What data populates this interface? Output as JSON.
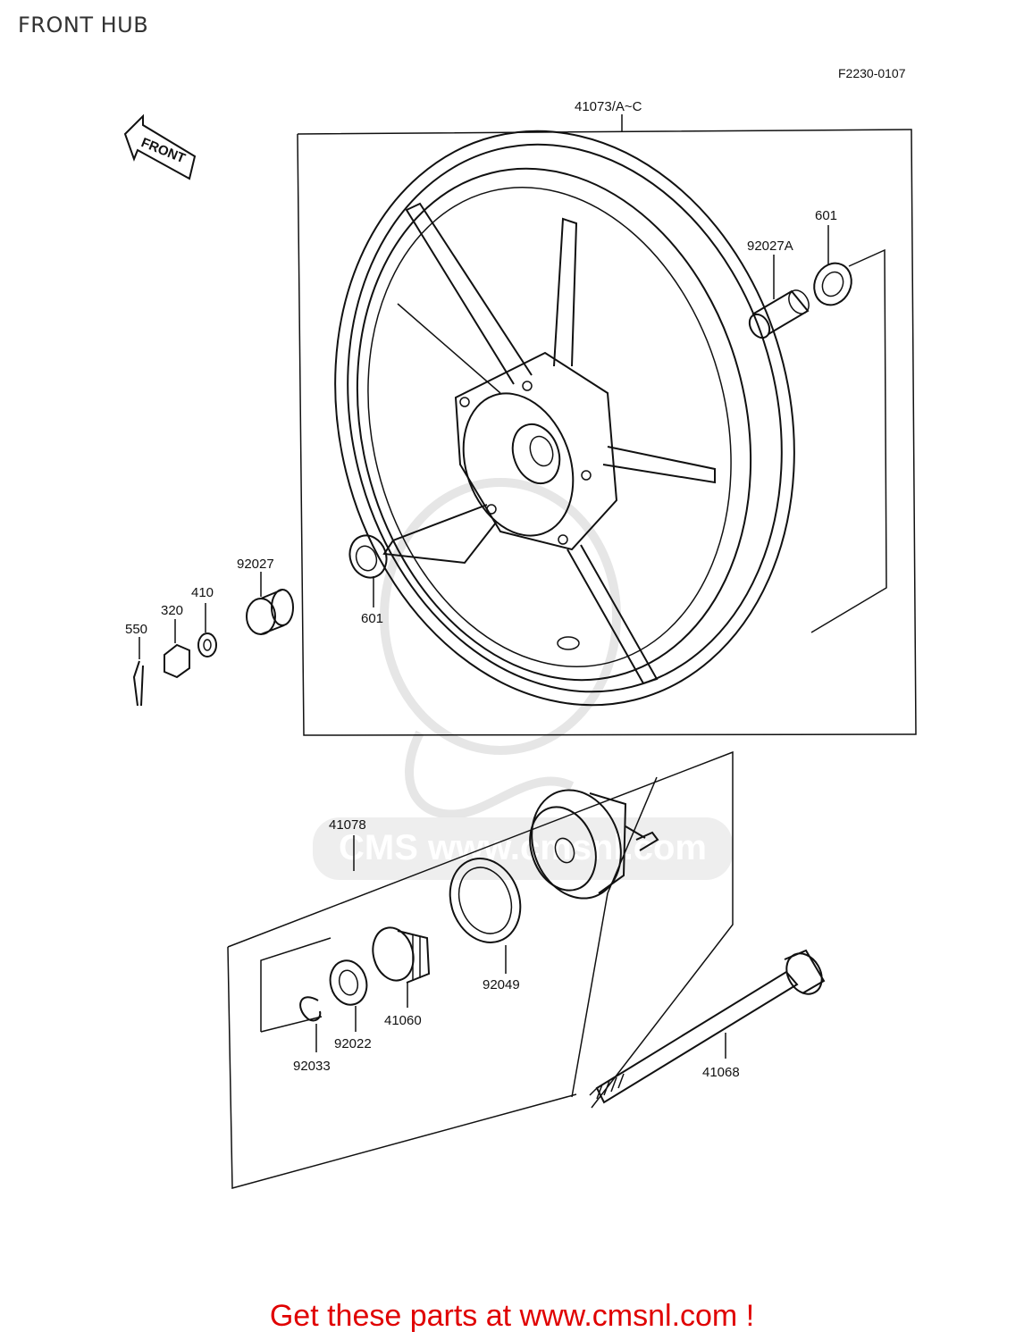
{
  "title": "FRONT HUB",
  "diagram_code": "F2230-0107",
  "front_arrow_label": "FRONT",
  "watermark": "CMS www.cmsnl.com",
  "callouts": {
    "wheel": "41073/A~C",
    "bearing_right": "601",
    "sleeve_right": "92027A",
    "bearing_left": "601",
    "collar_left": "92027",
    "washer": "410",
    "nut": "320",
    "cotter_pin": "550",
    "gear_housing": "41078",
    "seal": "92049",
    "gear": "41060",
    "washer_2": "92022",
    "circlip": "92033",
    "axle": "41068"
  },
  "footer": "Get these parts at www.cmsnl.com !",
  "colors": {
    "footer": "#e00000",
    "ink": "#111111",
    "title": "#333333"
  }
}
